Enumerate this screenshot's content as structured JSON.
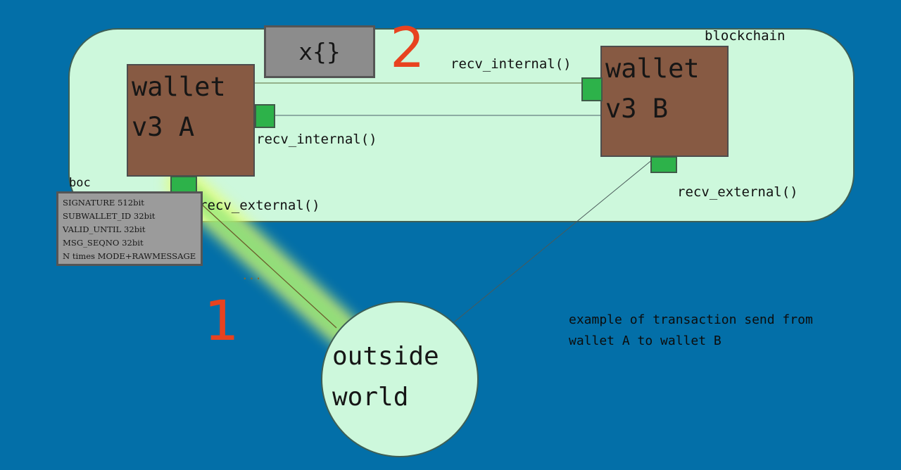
{
  "blockchain": {
    "label": "blockchain"
  },
  "wallet_a": {
    "line1": "wallet",
    "line2": "v3 A"
  },
  "wallet_b": {
    "line1": "wallet",
    "line2": "v3 B"
  },
  "functions": {
    "a_internal": "recv_internal()",
    "a_external": "recv_external()",
    "b_internal": "recv_internal()",
    "b_external": "recv_external()"
  },
  "message_box": {
    "label": "x{}"
  },
  "steps": {
    "one": "1",
    "two": "2"
  },
  "boc": {
    "label": "boc",
    "fields": [
      "SIGNATURE 512bit",
      "SUBWALLET_ID 32bit",
      "VALID_UNTIL 32bit",
      "MSG_SEQNO 32bit",
      "N times MODE+RAWMESSAGE"
    ]
  },
  "outside": {
    "line1": "outside",
    "line2": "world"
  },
  "ellipsis": "...",
  "caption": {
    "line1": "example of transaction send from",
    "line2": "wallet A to wallet B"
  },
  "colors": {
    "background": "#036fa8",
    "blockchain_fill": "#cdf8dc",
    "wallet_fill": "#875a43",
    "port_fill": "#2db24a",
    "step_number": "#e8421f",
    "glow": "#e6ff6a"
  }
}
